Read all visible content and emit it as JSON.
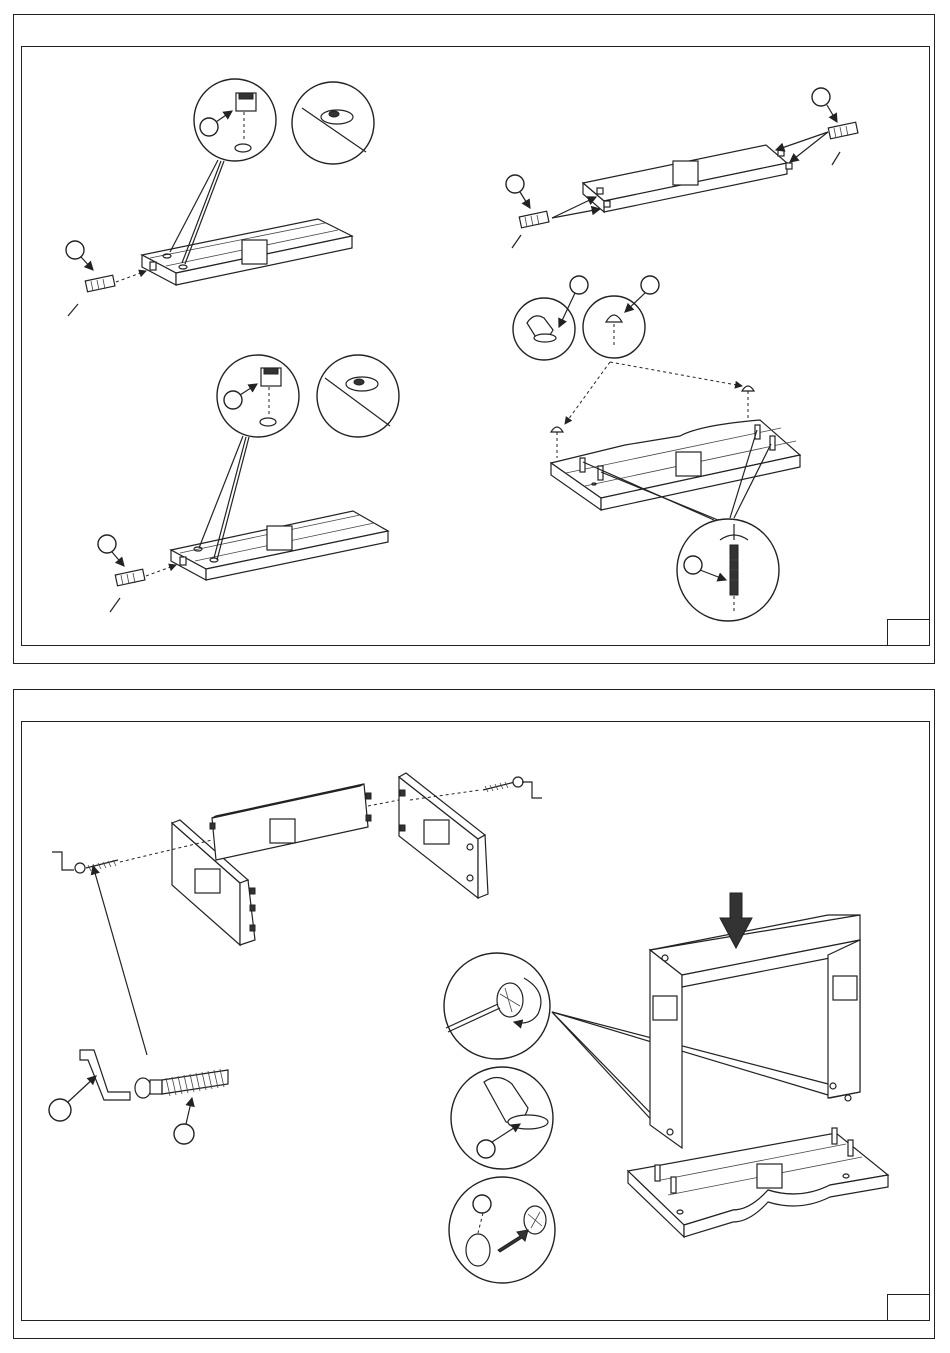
{
  "document": {
    "page_count": 2,
    "pages": [
      {
        "name": "assembly-step-top"
      },
      {
        "name": "assembly-step-bottom"
      }
    ]
  }
}
